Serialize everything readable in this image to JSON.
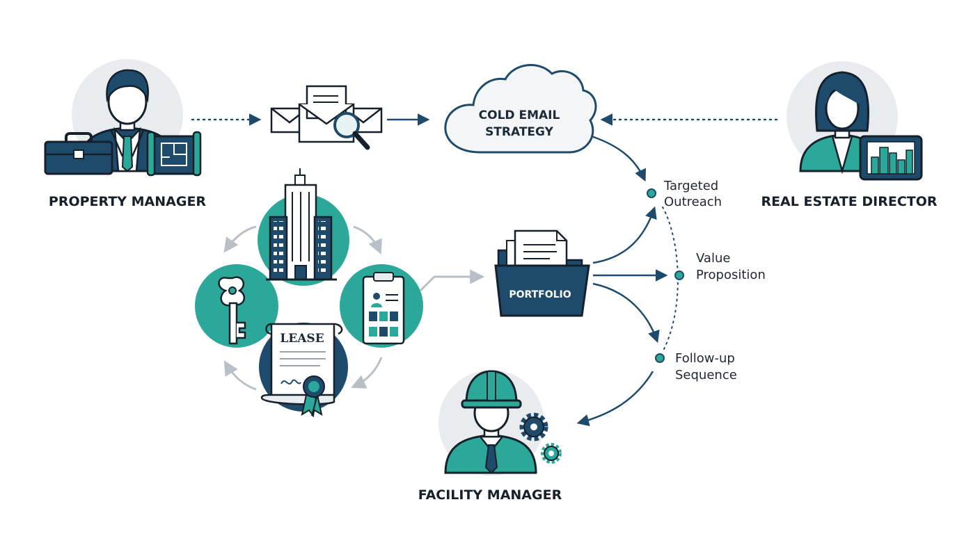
{
  "roles": {
    "property_manager": "PROPERTY MANAGER",
    "real_estate_director": "REAL ESTATE DIRECTOR",
    "facility_manager": "FACILITY MANAGER"
  },
  "center": {
    "cloud_line1": "COLD EMAIL",
    "cloud_line2": "STRATEGY",
    "portfolio": "PORTFOLIO",
    "lease": "LEASE"
  },
  "steps": [
    {
      "line1": "Targeted",
      "line2": "Outreach"
    },
    {
      "line1": "Value",
      "line2": "Proposition"
    },
    {
      "line1": "Follow-up",
      "line2": "Sequence"
    }
  ],
  "colors": {
    "navy": "#1e4a6b",
    "teal": "#2ba89a",
    "light_gray": "#e9ecef",
    "arrow_gray": "#b8bfc6"
  },
  "icons": [
    "briefcase-icon",
    "blueprint-icon",
    "email-search-icon",
    "cloud-icon",
    "building-icon",
    "key-icon",
    "clipboard-icon",
    "lease-scroll-icon",
    "folder-icon",
    "tablet-chart-icon",
    "hard-hat-icon",
    "gears-icon"
  ]
}
